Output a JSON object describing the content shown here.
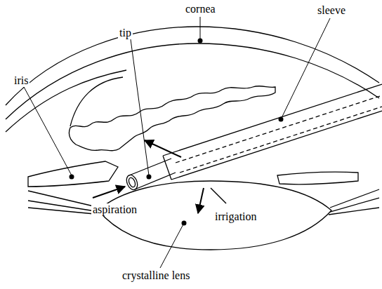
{
  "diagram": {
    "labels": [
      "cornea",
      "sleeve",
      "tip",
      "iris",
      "aspiration",
      "irrigation",
      "crystalline lens"
    ]
  }
}
